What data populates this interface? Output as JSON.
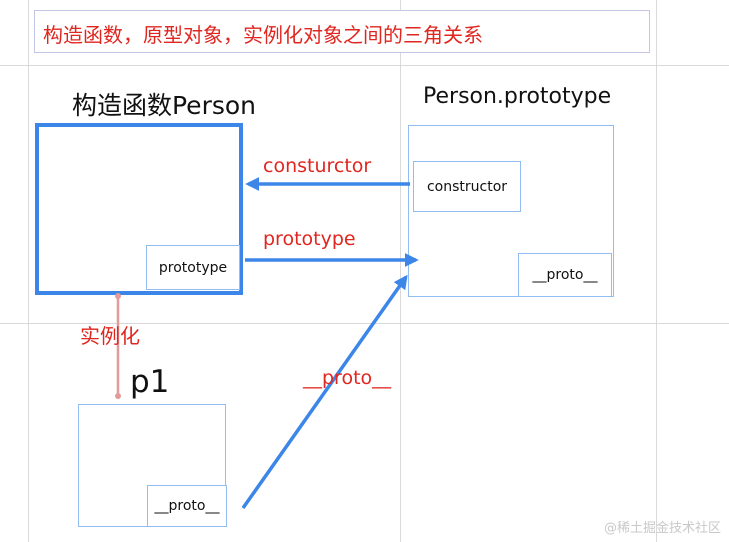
{
  "title": "构造函数，原型对象，实例化对象之间的三角关系",
  "constructor_heading": "构造函数Person",
  "prototype_heading": "Person.prototype",
  "instance_heading": "p1",
  "labels": {
    "prototype_in_constructor": "prototype",
    "constructor_in_prototype": "constructor",
    "proto_in_prototype": "__proto__",
    "proto_in_instance": "__proto__"
  },
  "arrows": {
    "consturctor": "consturctor",
    "prototype": "prototype",
    "proto": "__proto__",
    "instantiate": "实例化"
  },
  "colors": {
    "blue": "#3b86e8",
    "light_blue": "#93bdf2",
    "red": "#e0261f",
    "pink": "#e39a9a"
  },
  "watermark": "@稀土掘金技术社区"
}
